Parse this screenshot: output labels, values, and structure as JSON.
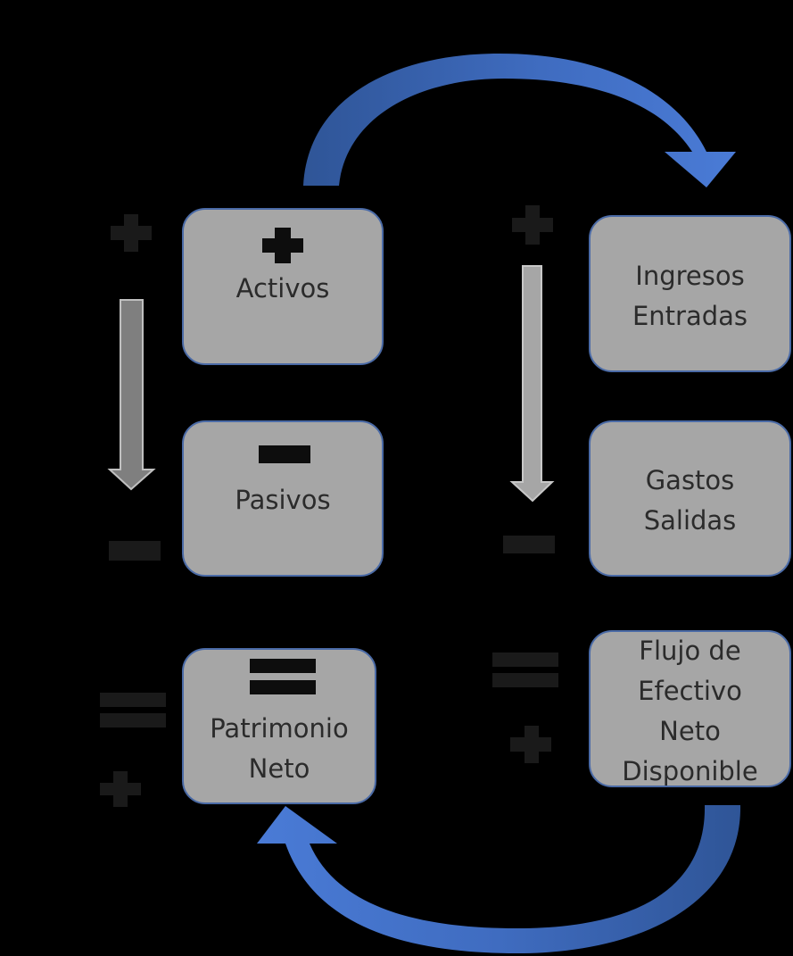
{
  "boxes": {
    "activos": "Activos",
    "pasivos": "Pasivos",
    "patrimonio": [
      "Patrimonio",
      "Neto"
    ],
    "ingresos": [
      "Ingresos",
      "Entradas"
    ],
    "gastos": [
      "Gastos",
      "Salidas"
    ],
    "flujo": [
      "Flujo de",
      "Efectivo",
      "Neto",
      "Disponible"
    ]
  },
  "colors": {
    "background": "#000000",
    "box_fill": "#a6a6a6",
    "box_border": "#4a6aa6",
    "curved_arrow": "#4472c4",
    "left_down_arrow": "#7f7f7f",
    "right_down_arrow": "#a6a6a6",
    "symbol": "#1a1a1a"
  },
  "icons": [
    "plus-icon",
    "minus-icon",
    "equals-icon",
    "curved-arrow",
    "down-arrow"
  ]
}
